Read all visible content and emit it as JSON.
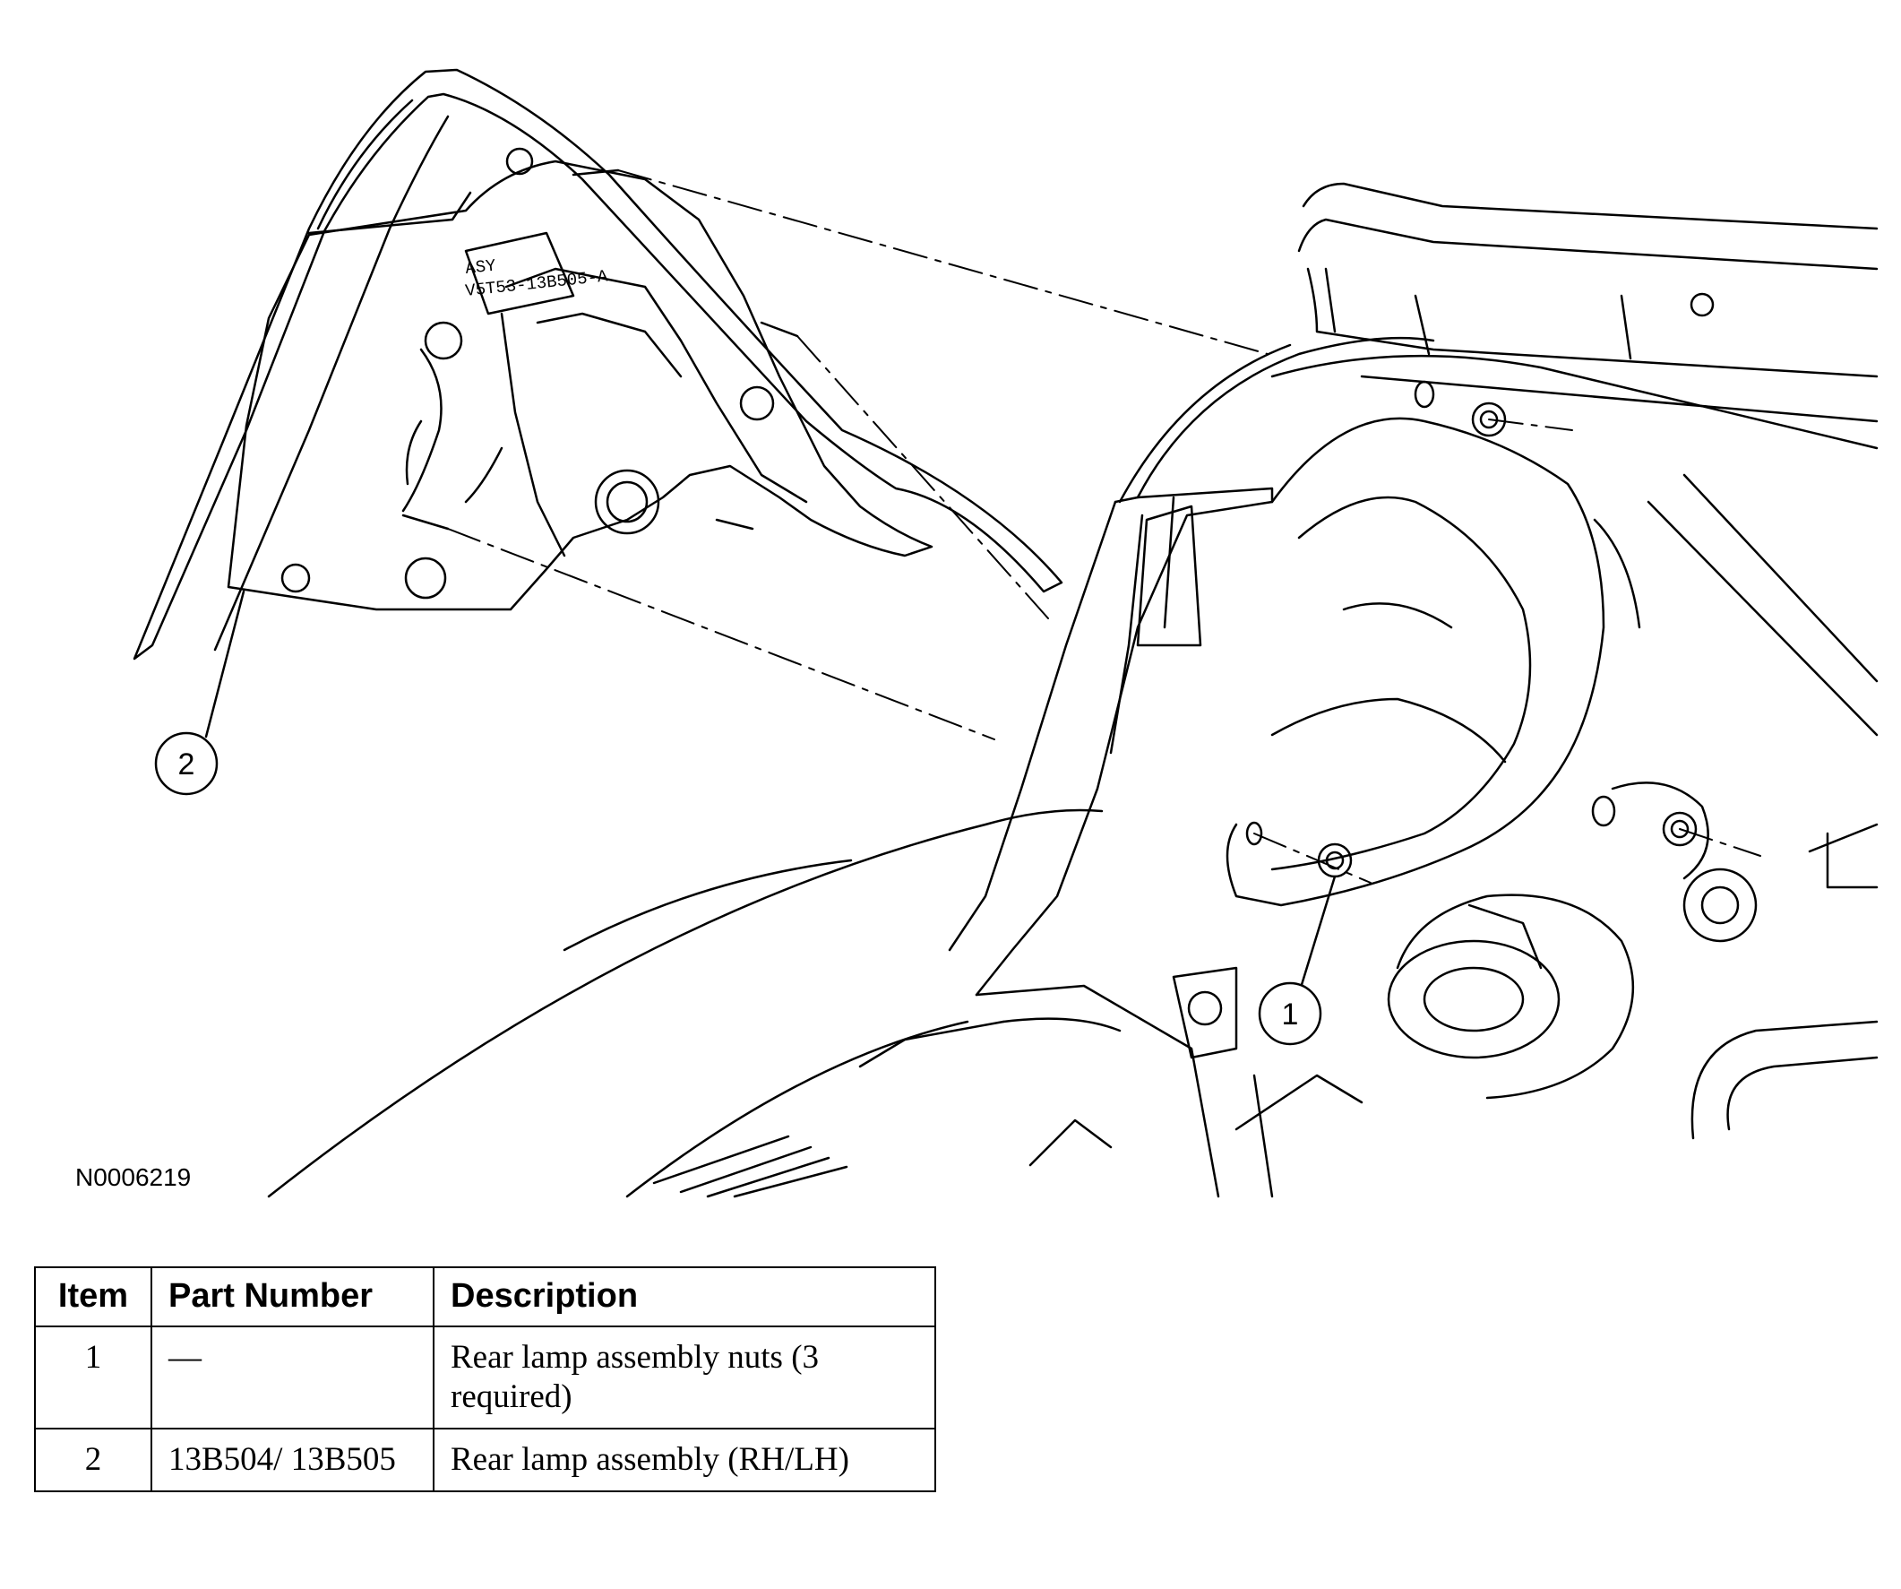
{
  "figure": {
    "id": "N0006219",
    "lamp_label_line1": "ASY",
    "lamp_label_line2": "V5T53-13B505-A",
    "callouts": [
      {
        "label": "1"
      },
      {
        "label": "2"
      }
    ]
  },
  "table": {
    "headers": {
      "item": "Item",
      "part_number": "Part Number",
      "description": "Description"
    },
    "rows": [
      {
        "item": "1",
        "part_number": "—",
        "description": "Rear lamp assembly nuts (3 required)"
      },
      {
        "item": "2",
        "part_number": "13B504/ 13B505",
        "description": "Rear lamp assembly (RH/LH)"
      }
    ]
  }
}
